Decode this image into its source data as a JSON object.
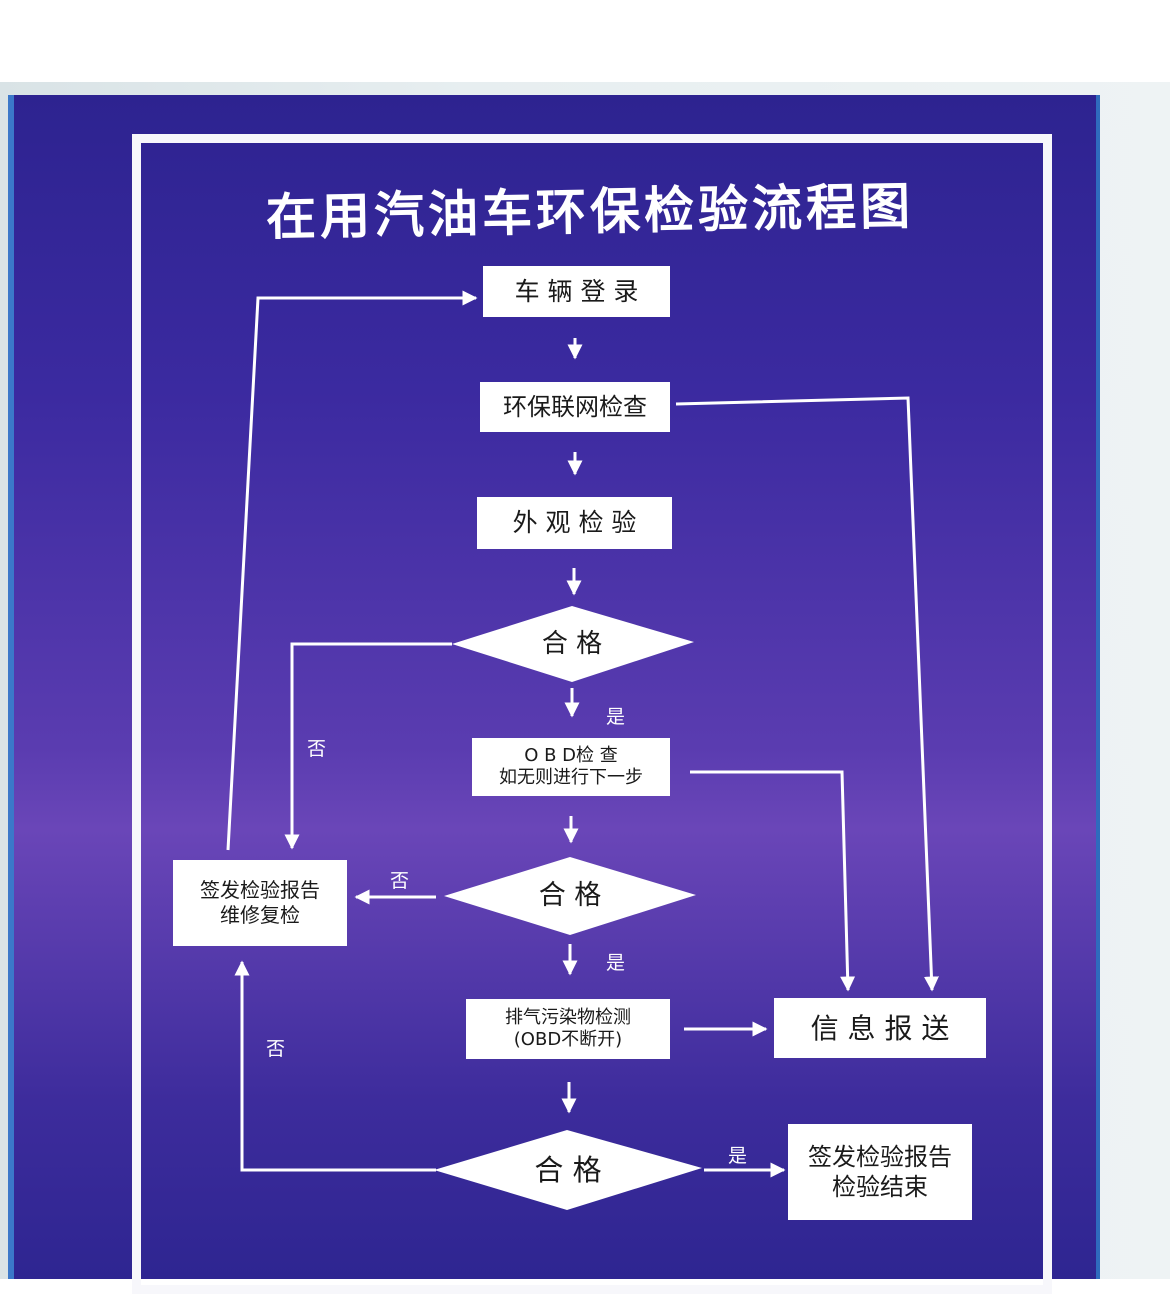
{
  "poster": {
    "title": "在用汽油车环保检验流程图",
    "colors": {
      "board": "#3b2aa0",
      "frame": "#f7f7fb",
      "box": "#ffffff",
      "line": "#ffffff"
    }
  },
  "steps": {
    "register": "车 辆 登 录",
    "network_check": "环保联网检查",
    "appearance": "外 观 检 验",
    "obd_line1": "O B D检 查",
    "obd_line2": "如无则进行下一步",
    "emission_line1": "排气污染物检测",
    "emission_line2": "(OBD不断开)",
    "report_repair_line1": "签发检验报告",
    "report_repair_line2": "维修复检",
    "info_send": "信 息 报 送",
    "report_end_line1": "签发检验报告",
    "report_end_line2": "检验结束"
  },
  "decisions": {
    "pass1": "合 格",
    "pass2": "合 格",
    "pass3": "合 格"
  },
  "edge_labels": {
    "yes1": "是",
    "yes2": "是",
    "yes3": "是",
    "no1": "否",
    "no2": "否",
    "no3": "否"
  }
}
